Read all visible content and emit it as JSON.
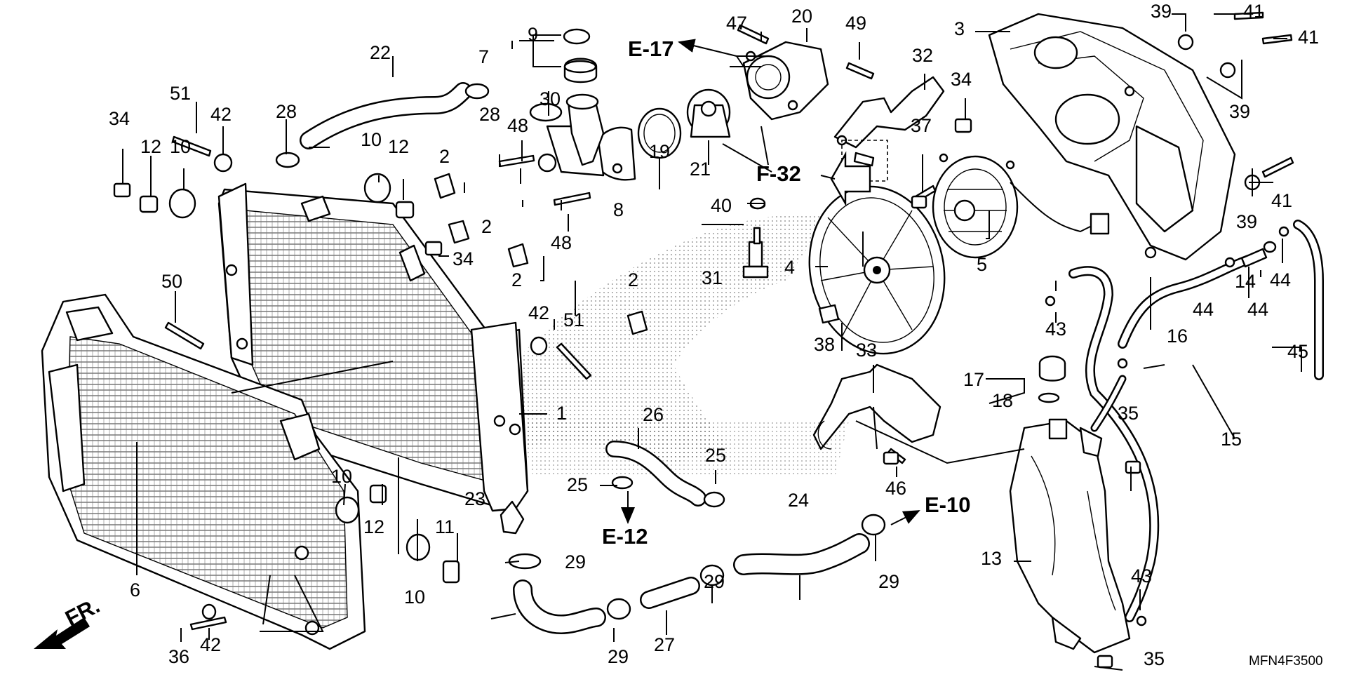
{
  "diagram": {
    "code": "MFN4F3500",
    "direction": "FR.",
    "refs": {
      "e17": "E-17",
      "f32": "F-32",
      "e12": "E-12",
      "e10": "E-10"
    },
    "callouts": [
      {
        "id": "c1",
        "text": "1"
      },
      {
        "id": "c2a",
        "text": "2"
      },
      {
        "id": "c2b",
        "text": "2"
      },
      {
        "id": "c2c",
        "text": "2"
      },
      {
        "id": "c2d",
        "text": "2"
      },
      {
        "id": "c3",
        "text": "3"
      },
      {
        "id": "c4",
        "text": "4"
      },
      {
        "id": "c5",
        "text": "5"
      },
      {
        "id": "c6",
        "text": "6"
      },
      {
        "id": "c7",
        "text": "7"
      },
      {
        "id": "c8",
        "text": "8"
      },
      {
        "id": "c9",
        "text": "9"
      },
      {
        "id": "c10a",
        "text": "10"
      },
      {
        "id": "c10b",
        "text": "10"
      },
      {
        "id": "c10c",
        "text": "10"
      },
      {
        "id": "c10d",
        "text": "10"
      },
      {
        "id": "c11",
        "text": "11"
      },
      {
        "id": "c12a",
        "text": "12"
      },
      {
        "id": "c12b",
        "text": "12"
      },
      {
        "id": "c12c",
        "text": "12"
      },
      {
        "id": "c13",
        "text": "13"
      },
      {
        "id": "c14",
        "text": "14"
      },
      {
        "id": "c15",
        "text": "15"
      },
      {
        "id": "c16",
        "text": "16"
      },
      {
        "id": "c17",
        "text": "17"
      },
      {
        "id": "c18",
        "text": "18"
      },
      {
        "id": "c19",
        "text": "19"
      },
      {
        "id": "c20",
        "text": "20"
      },
      {
        "id": "c21",
        "text": "21"
      },
      {
        "id": "c22",
        "text": "22"
      },
      {
        "id": "c23",
        "text": "23"
      },
      {
        "id": "c24",
        "text": "24"
      },
      {
        "id": "c25a",
        "text": "25"
      },
      {
        "id": "c25b",
        "text": "25"
      },
      {
        "id": "c26",
        "text": "26"
      },
      {
        "id": "c27",
        "text": "27"
      },
      {
        "id": "c28a",
        "text": "28"
      },
      {
        "id": "c28b",
        "text": "28"
      },
      {
        "id": "c29a",
        "text": "29"
      },
      {
        "id": "c29b",
        "text": "29"
      },
      {
        "id": "c29c",
        "text": "29"
      },
      {
        "id": "c29d",
        "text": "29"
      },
      {
        "id": "c30",
        "text": "30"
      },
      {
        "id": "c31",
        "text": "31"
      },
      {
        "id": "c32",
        "text": "32"
      },
      {
        "id": "c33",
        "text": "33"
      },
      {
        "id": "c34a",
        "text": "34"
      },
      {
        "id": "c34b",
        "text": "34"
      },
      {
        "id": "c34c",
        "text": "34"
      },
      {
        "id": "c35a",
        "text": "35"
      },
      {
        "id": "c35b",
        "text": "35"
      },
      {
        "id": "c36",
        "text": "36"
      },
      {
        "id": "c37",
        "text": "37"
      },
      {
        "id": "c38",
        "text": "38"
      },
      {
        "id": "c39a",
        "text": "39"
      },
      {
        "id": "c39b",
        "text": "39"
      },
      {
        "id": "c39c",
        "text": "39"
      },
      {
        "id": "c40",
        "text": "40"
      },
      {
        "id": "c41a",
        "text": "41"
      },
      {
        "id": "c41b",
        "text": "41"
      },
      {
        "id": "c41c",
        "text": "41"
      },
      {
        "id": "c42a",
        "text": "42"
      },
      {
        "id": "c42b",
        "text": "42"
      },
      {
        "id": "c42c",
        "text": "42"
      },
      {
        "id": "c43a",
        "text": "43"
      },
      {
        "id": "c43b",
        "text": "43"
      },
      {
        "id": "c44a",
        "text": "44"
      },
      {
        "id": "c44b",
        "text": "44"
      },
      {
        "id": "c44c",
        "text": "44"
      },
      {
        "id": "c45",
        "text": "45"
      },
      {
        "id": "c46",
        "text": "46"
      },
      {
        "id": "c47",
        "text": "47"
      },
      {
        "id": "c48a",
        "text": "48"
      },
      {
        "id": "c48b",
        "text": "48"
      },
      {
        "id": "c49",
        "text": "49"
      },
      {
        "id": "c50",
        "text": "50"
      },
      {
        "id": "c51a",
        "text": "51"
      },
      {
        "id": "c51b",
        "text": "51"
      }
    ]
  }
}
